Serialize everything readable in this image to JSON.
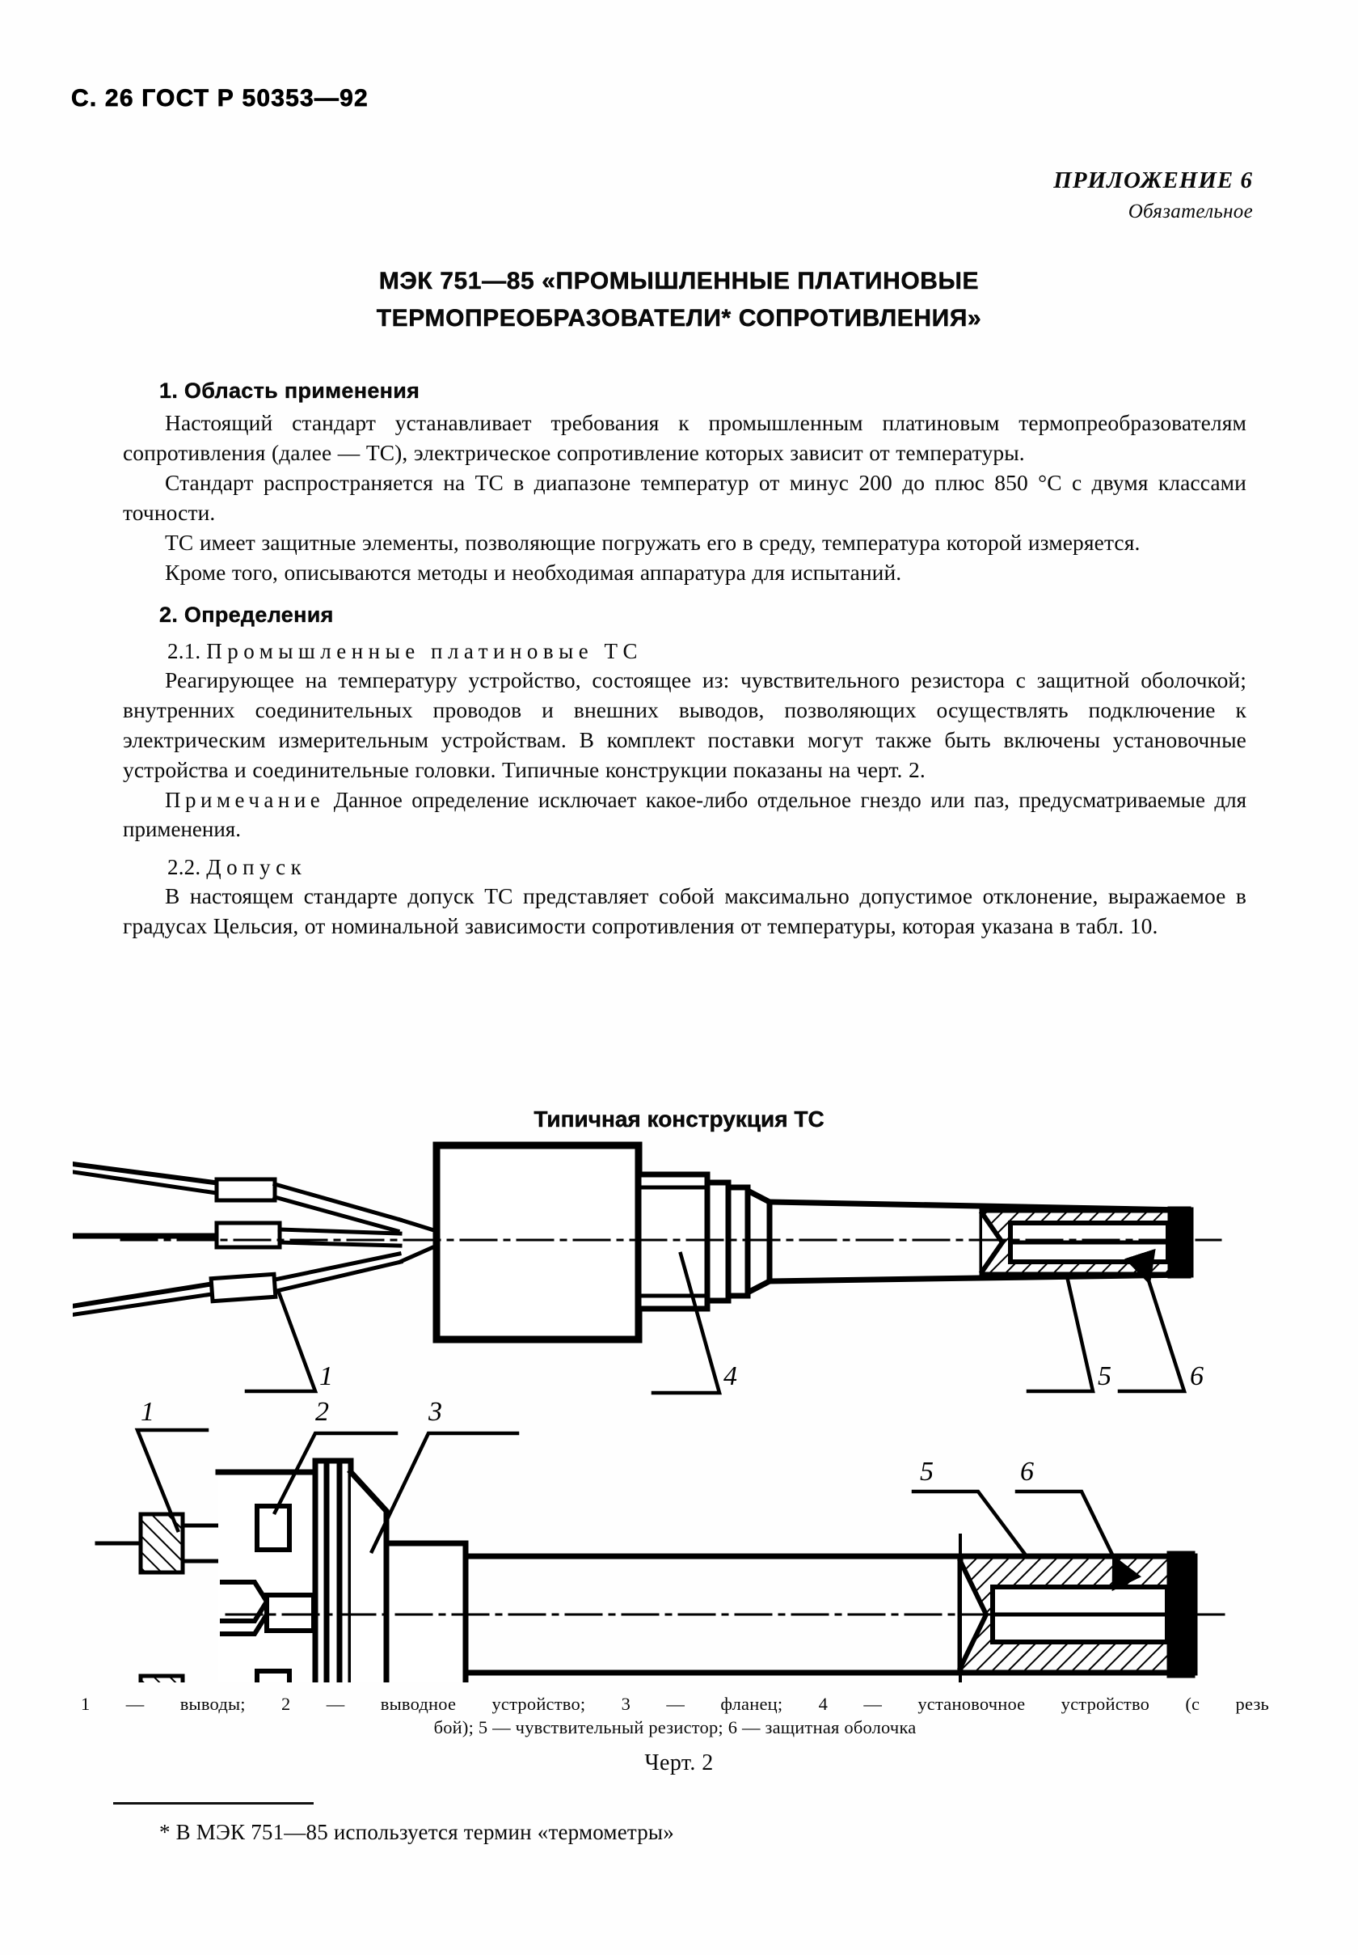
{
  "page": {
    "running_head": "С. 26 ГОСТ Р 50353—92"
  },
  "appendix": {
    "title": "ПРИЛОЖЕНИЕ 6",
    "subtitle": "Обязательное"
  },
  "document_title": {
    "line1": "МЭК 751—85 «ПРОМЫШЛЕННЫЕ ПЛАТИНОВЫЕ",
    "line2": "ТЕРМОПРЕОБРАЗОВАТЕЛИ* СОПРОТИВЛЕНИЯ»"
  },
  "sections": {
    "s1_heading": "1. Область применения",
    "s1_p1": "Настоящий стандарт устанавливает требования к промышленным платино­вым термопреобразователям сопротивления   (далее — ТС), электрическое соп­ротивление которых зависит от температуры.",
    "s1_p2": "Стандарт распространяется на ТС в диапазоне температур от минус 200 до плюс 850 °С с двумя классами точности.",
    "s1_p3": "ТС имеет защитные элементы, позволяющие погружать его в среду, темпе­ратура которой измеряется.",
    "s1_p4": "Кроме того, описываются методы и необходимая аппаратура для испыта­ний.",
    "s2_heading": "2. Определения",
    "s21_number": "2.1.",
    "s21_title": "Промышленные платиновые ТС",
    "s21_p1": "Реагирующее на температуру устройство, состоящее из: чувствительного резистора с защитной оболочкой; внутренних соединительных проводов и внеш­них выводов, позволяющих осуществлять подключение к электрическим изме­рительным устройствам. В комплект поставки могут также быть   включены установочные устройства и соединительные головки.   Типичные конструкции показаны на черт. 2.",
    "s21_note_label": "Примечание",
    "s21_note_text": " Данное определение исключает    какое-либо отдельное гнездо или паз, предусматриваемые для применения.",
    "s22_number": "2.2.",
    "s22_title": "Допуск",
    "s22_p1": "В настоящем стандарте допуск ТС представляет собой максимально допус­тимое отклонение, выражаемое в градусах Цельсия, от номинальной   зависи­мости сопротивления от температуры, которая указана в табл. 10."
  },
  "figure": {
    "heading": "Типичная конструкция ТС",
    "number": "Черт. 2",
    "legend_line1": "1 — выводы;  2 — выводное  устройство;  3 — фланец;  4 — установочное устройство (с резь­",
    "legend_line2": "бой); 5 — чувствительный резистор; 6 — защитная оболочка",
    "callouts": {
      "top_diagram": [
        "1",
        "4",
        "5",
        "6"
      ],
      "bottom_diagram": [
        "1",
        "2",
        "3",
        "5",
        "6"
      ]
    },
    "items": [
      {
        "num": "1",
        "name": "выводы"
      },
      {
        "num": "2",
        "name": "выводное устройство"
      },
      {
        "num": "3",
        "name": "фланец"
      },
      {
        "num": "4",
        "name": "установочное устройство (с резьбой)"
      },
      {
        "num": "5",
        "name": "чувствительный резистор"
      },
      {
        "num": "6",
        "name": "защитная оболочка"
      }
    ]
  },
  "footnote": {
    "text": "* В МЭК 751—85 используется термин «термометры»"
  },
  "colors": {
    "ink": "#0a0a0a",
    "paper": "#fefefe"
  }
}
